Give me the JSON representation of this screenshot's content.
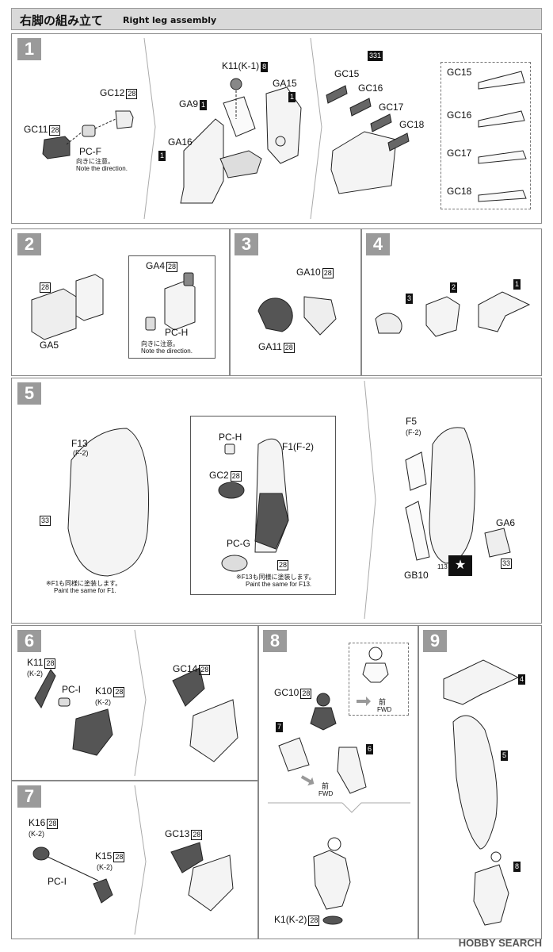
{
  "header": {
    "title_jp": "右脚の組み立て",
    "title_en": "Right leg assembly"
  },
  "steps": [
    "1",
    "2",
    "3",
    "4",
    "5",
    "6",
    "7",
    "8",
    "9"
  ],
  "step1": {
    "gc12": "GC12",
    "gc12b": "28",
    "gc11": "GC11",
    "gc11b": "28",
    "pcf": "PC-F",
    "note_jp": "向きに注意。",
    "note_en": "Note the direction.",
    "k11": "K11",
    "k11sub": "(K-1)",
    "k11b": "8",
    "ga9": "GA9",
    "ga9b": "1",
    "ga15": "GA15",
    "ga15b": "1",
    "ga16": "GA16",
    "ga16b": "1",
    "badge331": "331",
    "gc15": "GC15",
    "gc16": "GC16",
    "gc17": "GC17",
    "gc18": "GC18",
    "ref": [
      "GC15",
      "GC16",
      "GC17",
      "GC18"
    ]
  },
  "step2": {
    "b28": "28",
    "ga5": "GA5",
    "ga4": "GA4",
    "ga4b": "28",
    "pch": "PC-H",
    "note_jp": "向きに注意。",
    "note_en": "Note the direction."
  },
  "step3": {
    "ga10": "GA10",
    "ga10b": "28",
    "ga11": "GA11",
    "ga11b": "28"
  },
  "step4": {
    "n3": "3",
    "n2": "2",
    "n1": "1"
  },
  "step5": {
    "f13": "F13",
    "f13sub": "(F-2)",
    "b33": "33",
    "note1_jp": "※F1も同様に塗装します。",
    "note1_en": "Paint the same for F1.",
    "pch": "PC-H",
    "f1": "F1",
    "f1sub": "(F-2)",
    "gc2": "GC2",
    "gc2b": "28",
    "pcg": "PC-G",
    "b28": "28",
    "note2_jp": "※F13も同様に塗装します。",
    "note2_en": "Paint the same for F13.",
    "f5": "F5",
    "f5sub": "(F-2)",
    "ga6": "GA6",
    "ga6b": "33",
    "gb10": "GB10",
    "b113": "113",
    "star": "★"
  },
  "step6": {
    "k11": "K11",
    "k11b": "28",
    "k11sub": "(K-2)",
    "pci": "PC-I",
    "k10": "K10",
    "k10b": "28",
    "k10sub": "(K-2)",
    "gc14": "GC14",
    "gc14b": "28"
  },
  "step7": {
    "k16": "K16",
    "k16b": "28",
    "k16sub": "(K-2)",
    "k15": "K15",
    "k15b": "28",
    "k15sub": "(K-2)",
    "pci": "PC-I",
    "gc13": "GC13",
    "gc13b": "28"
  },
  "step8": {
    "gc10": "GC10",
    "gc10b": "28",
    "n7": "7",
    "n6": "6",
    "fwd_jp": "前",
    "fwd_en": "FWD",
    "k1": "K1",
    "k1sub": "(K-2)",
    "k1b": "28"
  },
  "step9": {
    "n4": "4",
    "n5": "5",
    "n8": "8"
  },
  "watermark": "HOBBY SEARCH"
}
